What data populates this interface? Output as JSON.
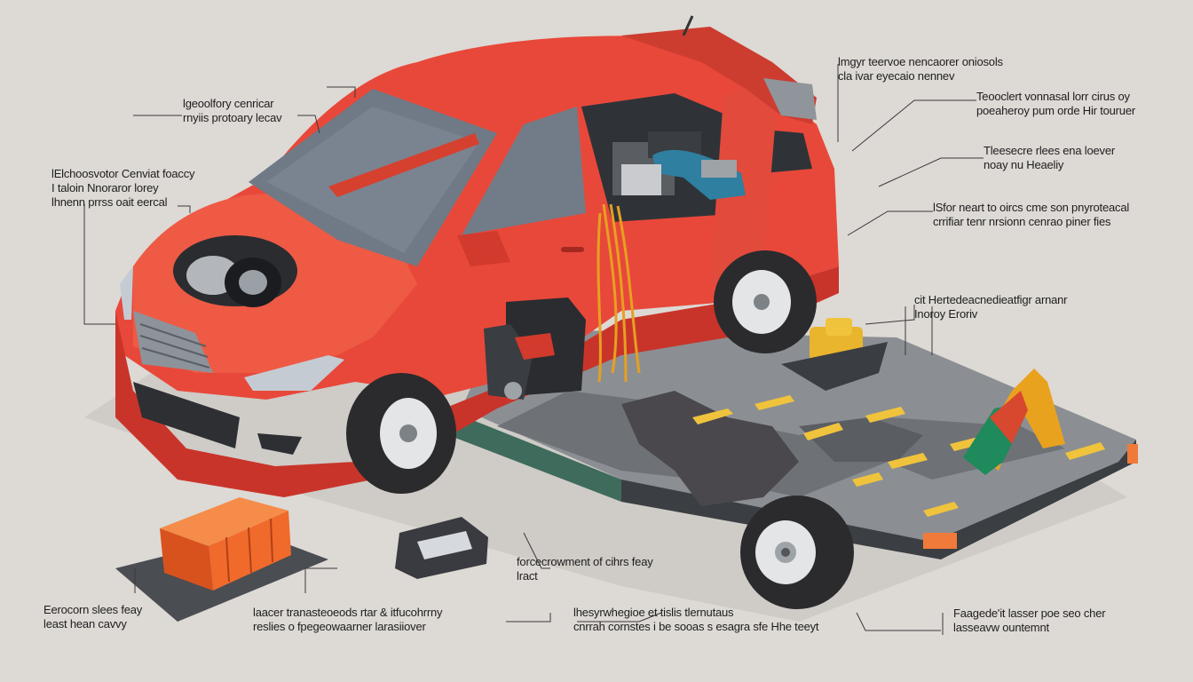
{
  "image": {
    "subject": "red-hatchback-car-on-trailer-cutaway",
    "palette": {
      "background": "#ddd9d5",
      "car_body": "#e8483a",
      "car_body_dark": "#c9342a",
      "glass": "#6f7a86",
      "trailer_deck": "#8b8f93",
      "trailer_frame": "#3f6b5c",
      "tire": "#2b2b2d",
      "hub": "#e3e5e6",
      "battery_orange": "#f06a2c",
      "stripe_yellow": "#f0c33c",
      "shadow": "#5a5d62",
      "leader_line": "#3a3a3a"
    }
  },
  "callouts": {
    "c1": {
      "line1": "lgeoolfory cenricar",
      "line2": "rnyiis protoary lecav"
    },
    "c2": {
      "line1": "lElchoosvotor Cenviat foaccy",
      "line2": "I taloin Nnoraror lorey",
      "line3": "lhnenn prrss oait eercal"
    },
    "c3": {
      "line1": "lmgyr teervoe nencaorer oniosols",
      "line2": "cla ivar eyecaio nennev"
    },
    "c4": {
      "line1": "Teooclert vonnasal lorr cirus oy",
      "line2": "poeaheroy pum orde Hir touruer"
    },
    "c5": {
      "line1": "Tleesecre rlees ena loever",
      "line2": "noay nu Heaeliy"
    },
    "c6": {
      "line1": "lSfor neart to oircs cme son pnyroteacal",
      "line2": "crrifiar tenr nrsionn cenrao piner fies"
    },
    "c7": {
      "line1": "cit Hertedeacnedieatfigr arnanr",
      "line2": "Inoroy Eroriv"
    },
    "c8": {
      "line1": "forcecrowment of cihrs feay",
      "line2": "lract"
    },
    "c9": {
      "line1": "Eerocorn slees feay",
      "line2": "least hean cavvy"
    },
    "c10": {
      "line1": "laacer tranasteoeods rtar & itfucohrrny",
      "line2": "reslies o fpegeowaarner larasiiover"
    },
    "c11": {
      "line1": "lhesyrwhegioe et tislis tlernutaus",
      "line2": "cnrrah cornstes i be sooas s esagra sfe Hhe teeyt"
    },
    "c12": {
      "line1": "Faagede'it lasser poe seo cher",
      "line2": "lasseavw ountemnt"
    }
  }
}
